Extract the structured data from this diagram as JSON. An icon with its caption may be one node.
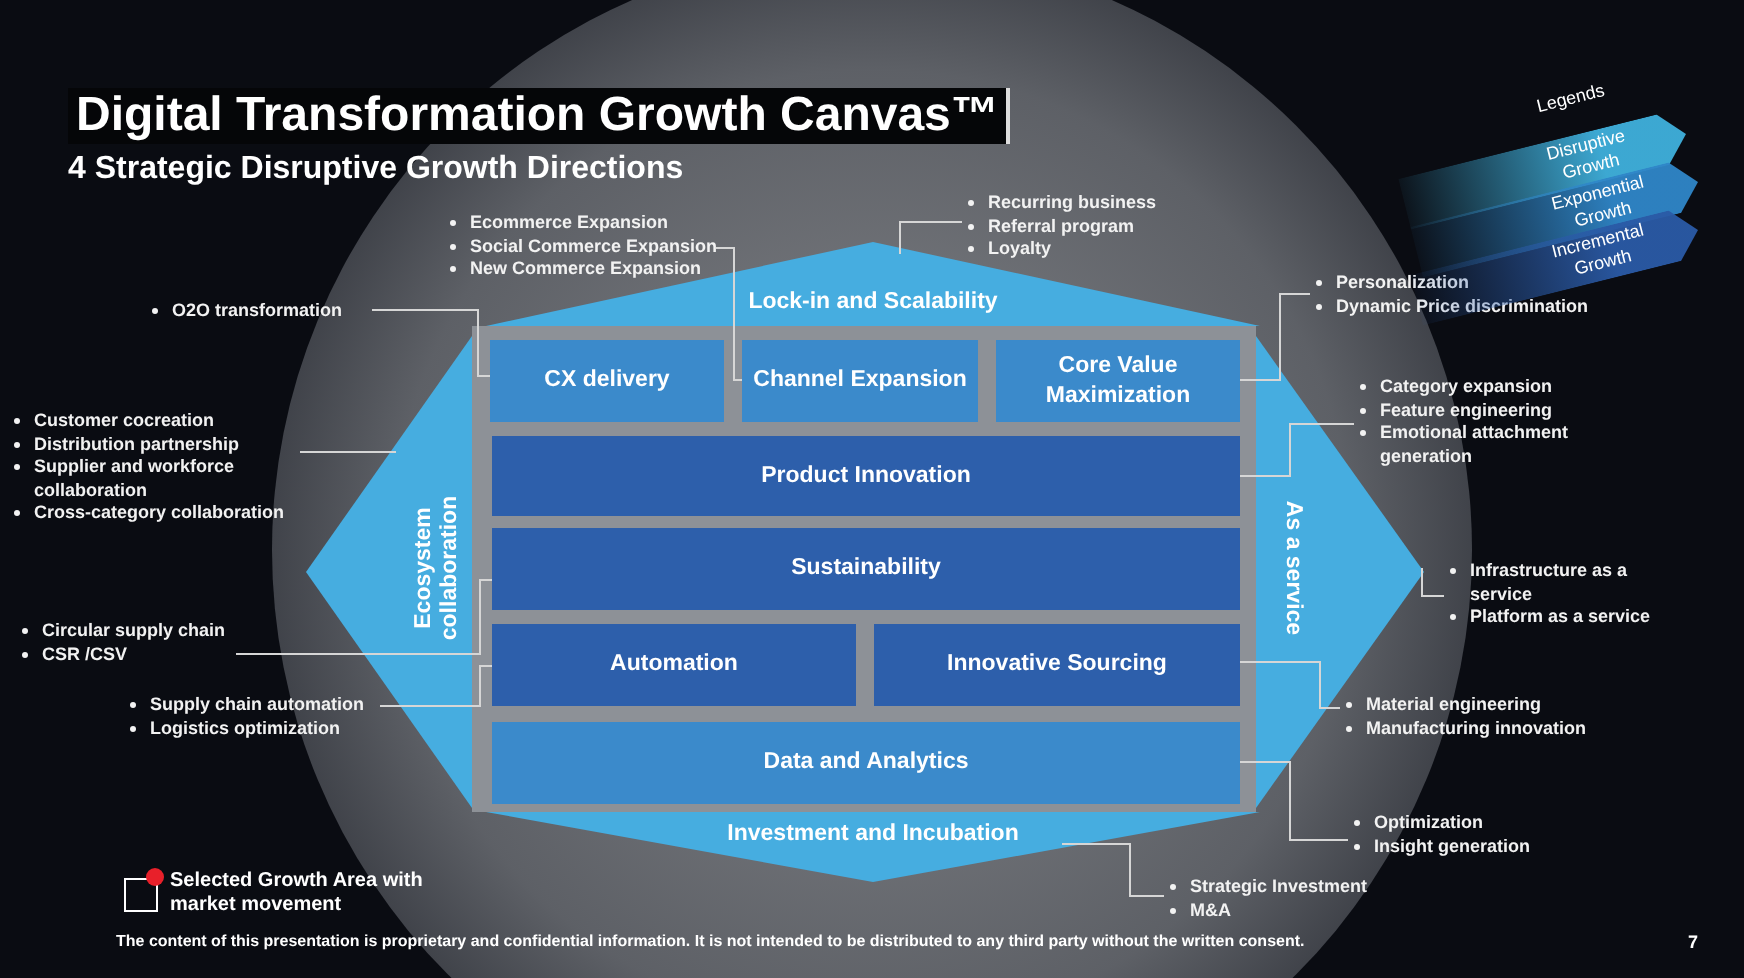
{
  "diagram": {
    "title": "Digital Transformation Growth Canvas™",
    "nodes": [
      {
        "text": [
          "Lock-in and Scalability"
        ]
      },
      {
        "text": [
          "Ecosystem collaboration"
        ]
      },
      {
        "text": [
          "As a service"
        ]
      },
      {
        "text": [
          "Investment and Incubation"
        ]
      },
      {
        "text": [
          "CX delivery"
        ]
      },
      {
        "text": [
          "Channel Expansion"
        ]
      },
      {
        "text": [
          "Core Value Maximization"
        ]
      },
      {
        "text": [
          "Product Innovation"
        ]
      },
      {
        "text": [
          "Sustainability"
        ]
      },
      {
        "text": [
          "Automation"
        ]
      },
      {
        "text": [
          "Innovative Sourcing"
        ]
      },
      {
        "text": [
          "Data and Analytics"
        ]
      },
      {
        "text": [
          "Ecommerce Expansion",
          "Social Commerce Expansion",
          "New Commerce Expansion"
        ]
      },
      {
        "text": [
          "Recurring business",
          "Referral program",
          "Loyalty"
        ]
      },
      {
        "text": [
          "O2O transformation"
        ]
      },
      {
        "text": [
          "Personalization",
          "Dynamic Price discrimination"
        ]
      },
      {
        "text": [
          "Customer cocreation",
          "Distribution partnership",
          "Supplier and workforce collaboration",
          "Cross-category collaboration"
        ]
      },
      {
        "text": [
          "Category expansion",
          "Feature engineering",
          "Emotional attachment generation"
        ]
      },
      {
        "text": [
          "Circular supply chain",
          "CSR /CSV"
        ]
      },
      {
        "text": [
          "Infrastructure as a service",
          "Platform as a service"
        ]
      },
      {
        "text": [
          "Supply chain automation",
          "Logistics optimization"
        ]
      },
      {
        "text": [
          "Material engineering",
          "Manufacturing innovation"
        ]
      },
      {
        "text": [
          "Optimization",
          "Insight generation"
        ]
      },
      {
        "text": [
          "Strategic Investment",
          "M&A"
        ]
      }
    ],
    "edges": [
      {
        "from": 12,
        "to": 5,
        "arrow": "none"
      },
      {
        "from": 13,
        "to": 0,
        "arrow": "none"
      },
      {
        "from": 14,
        "to": 4,
        "arrow": "none"
      },
      {
        "from": 15,
        "to": 6,
        "arrow": "none"
      },
      {
        "from": 16,
        "to": 1,
        "arrow": "none"
      },
      {
        "from": 17,
        "to": 7,
        "arrow": "none"
      },
      {
        "from": 18,
        "to": 8,
        "arrow": "none"
      },
      {
        "from": 19,
        "to": 2,
        "arrow": "none"
      },
      {
        "from": 20,
        "to": 9,
        "arrow": "none"
      },
      {
        "from": 21,
        "to": 10,
        "arrow": "none"
      },
      {
        "from": 22,
        "to": 11,
        "arrow": "none"
      },
      {
        "from": 23,
        "to": 3,
        "arrow": "none"
      }
    ],
    "labels": [
      "4 Strategic Disruptive Growth Directions",
      "Legends",
      "The content of this presentation is proprietary and confidential information. It is not intended to be distributed to any third party without the written consent.",
      "7"
    ],
    "legend": [
      {
        "text": "Disruptive Growth"
      },
      {
        "text": "Exponential Growth"
      },
      {
        "text": "Incremental Growth"
      },
      {
        "text": "Selected Growth Area with market movement"
      }
    ]
  }
}
